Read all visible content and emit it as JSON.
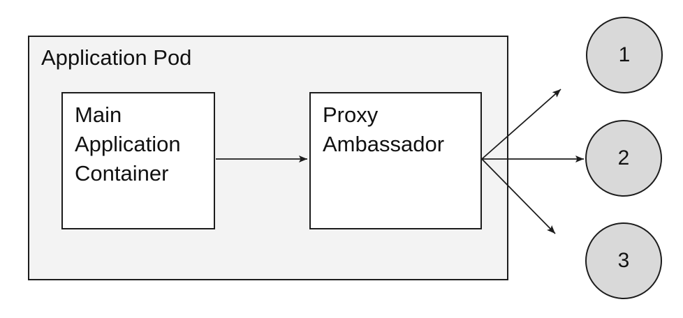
{
  "diagram": {
    "pod": {
      "label": "Application Pod"
    },
    "nodes": {
      "main": {
        "label": "Main Application Container"
      },
      "proxy": {
        "label": "Proxy Ambassador"
      }
    },
    "endpoints": [
      {
        "label": "1"
      },
      {
        "label": "2"
      },
      {
        "label": "3"
      }
    ],
    "connections": [
      {
        "from": "main-application-container",
        "to": "proxy-ambassador"
      },
      {
        "from": "proxy-ambassador",
        "to": "endpoint-1"
      },
      {
        "from": "proxy-ambassador",
        "to": "endpoint-2"
      },
      {
        "from": "proxy-ambassador",
        "to": "endpoint-3"
      }
    ],
    "colors": {
      "background": "#ffffff",
      "pod_fill": "#f3f3f3",
      "node_fill": "#ffffff",
      "endpoint_fill": "#d9d9d9",
      "stroke": "#1c1c1c",
      "text": "#111111"
    }
  }
}
